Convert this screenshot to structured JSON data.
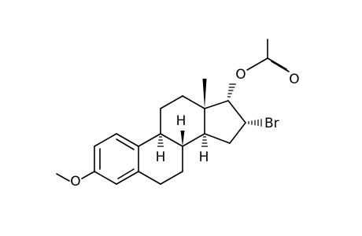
{
  "molecule": {
    "atom_labels": {
      "methoxy_o": "O",
      "acetate_o_ester": "O",
      "acetate_o_carbonyl": "O",
      "bromine": "Br",
      "h_c9": "H",
      "h_c8": "H",
      "h_c14": "H"
    },
    "colors": {
      "ink": "#000000",
      "background": "#ffffff"
    }
  }
}
